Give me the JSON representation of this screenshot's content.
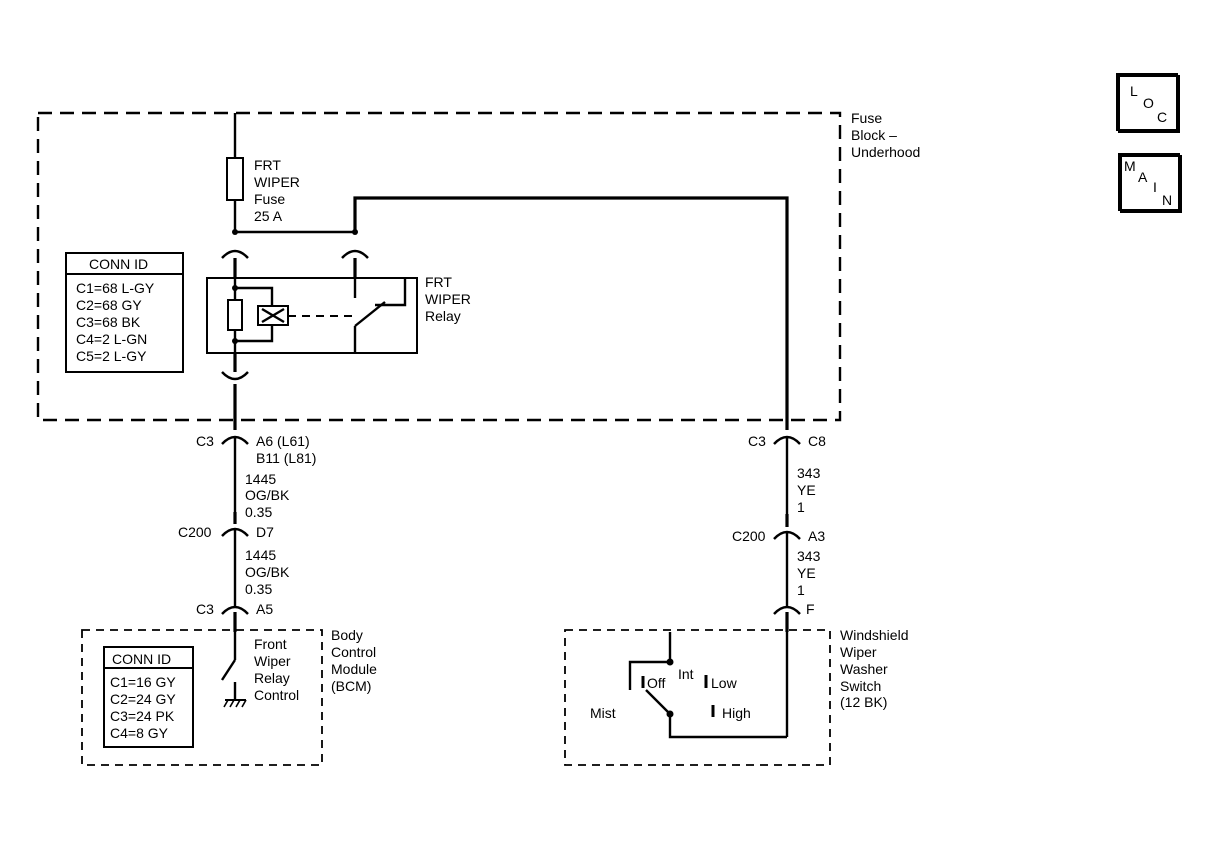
{
  "nav": {
    "loc": [
      "L",
      "O",
      "C"
    ],
    "main": [
      "M",
      "A",
      "I",
      "N"
    ]
  },
  "fuse_block": {
    "label": [
      "Fuse",
      "Block –",
      "Underhood"
    ]
  },
  "fuse": {
    "label": [
      "FRT",
      "WIPER",
      "Fuse",
      "25 A"
    ]
  },
  "relay": {
    "label": [
      "FRT",
      "WIPER",
      "Relay"
    ]
  },
  "conn_id_fuse_block": {
    "title": "CONN ID",
    "rows": [
      "C1=68 L-GY",
      "C2=68 GY",
      "C3=68 BK",
      "C4=2 L-GN",
      "C5=2 L-GY"
    ]
  },
  "left_circuit": {
    "c3_conn": "C3",
    "c3_pins": [
      "A6 (L61)",
      "B11 (L81)"
    ],
    "wire1": [
      "1445",
      "OG/BK",
      "0.35"
    ],
    "c200_conn": "C200",
    "c200_pin": "D7",
    "wire2": [
      "1445",
      "OG/BK",
      "0.35"
    ],
    "bcm_conn": "C3",
    "bcm_pin": "A5"
  },
  "right_circuit": {
    "c3_conn": "C3",
    "c3_pin": "C8",
    "wire1": [
      "343",
      "YE",
      "1"
    ],
    "c200_conn": "C200",
    "c200_pin": "A3",
    "wire2": [
      "343",
      "YE",
      "1"
    ],
    "switch_pin": "F"
  },
  "bcm": {
    "label": [
      "Body",
      "Control",
      "Module",
      "(BCM)"
    ],
    "control_label": [
      "Front",
      "Wiper",
      "Relay",
      "Control"
    ]
  },
  "conn_id_bcm": {
    "title": "CONN ID",
    "rows": [
      "C1=16 GY",
      "C2=24 GY",
      "C3=24 PK",
      "C4=8 GY"
    ]
  },
  "switch": {
    "label": [
      "Windshield",
      "Wiper",
      "Washer",
      "Switch",
      "(12 BK)"
    ],
    "positions": {
      "mist": "Mist",
      "off": "Off",
      "int": "Int",
      "low": "Low",
      "high": "High"
    }
  }
}
